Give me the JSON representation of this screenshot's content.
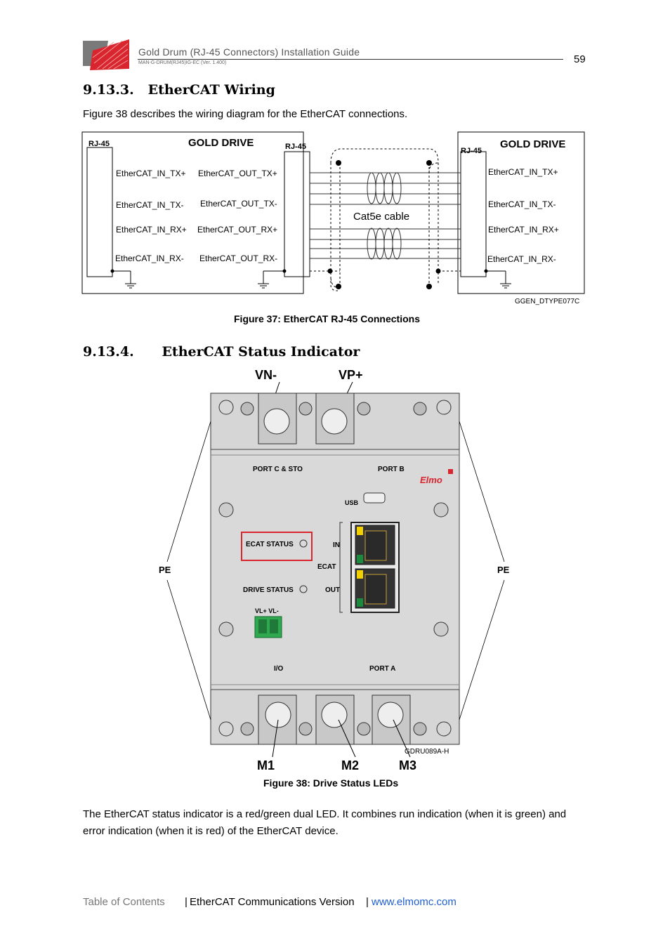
{
  "header": {
    "title": "Gold Drum (RJ-45 Connectors) Installation Guide",
    "doc_id": "MAN-G-DRUM(RJ45)IG-EC (Ver. 1.400)",
    "page_number": "59"
  },
  "section1": {
    "number": "9.13.3.",
    "title": "EtherCAT Wiring",
    "intro": "Figure 38 describes the wiring diagram for the EtherCAT connections."
  },
  "figure37": {
    "left_rj45": "RJ-45",
    "left_title": "GOLD DRIVE",
    "mid_rj45": "RJ-45",
    "right_rj45": "RJ-45",
    "right_title": "GOLD DRIVE",
    "left_signals": [
      "EtherCAT_IN_TX+",
      "EtherCAT_IN_TX-",
      "EtherCAT_IN_RX+",
      "EtherCAT_IN_RX-"
    ],
    "out_signals": [
      "EtherCAT_OUT_TX+",
      "EtherCAT_OUT_TX-",
      "EtherCAT_OUT_RX+",
      "EtherCAT_OUT_RX-"
    ],
    "right_signals": [
      "EtherCAT_IN_TX+",
      "EtherCAT_IN_TX-",
      "EtherCAT_IN_RX+",
      "EtherCAT_IN_RX-"
    ],
    "cable_label": "Cat5e  cable",
    "code": "GGEN_DTYPE077C",
    "caption": "Figure 37:  EtherCAT RJ-45 Connections"
  },
  "section2": {
    "number": "9.13.4.",
    "title": "EtherCAT Status Indicator"
  },
  "figure38": {
    "vn": "VN-",
    "vp": "VP+",
    "pe_left": "PE",
    "pe_right": "PE",
    "port_c": "PORT C & STO",
    "port_b": "PORT B",
    "brand": "Elmo",
    "usb": "USB",
    "ecat_status": "ECAT STATUS",
    "drive_status": "DRIVE STATUS",
    "in": "IN",
    "ecat": "ECAT",
    "out": "OUT",
    "vl": "VL+ VL-",
    "io": "I/O",
    "port_a": "PORT A",
    "m1": "M1",
    "m2": "M2",
    "m3": "M3",
    "code": "GDRU089A-H",
    "caption": "Figure 38: Drive Status LEDs"
  },
  "paragraph": "The EtherCAT status indicator is a red/green dual LED. It combines run indication (when it is green) and error indication (when it is red) of the EtherCAT device.",
  "footer": {
    "toc": "Table of Contents",
    "sep1": "|",
    "doc": "EtherCAT Communications Version",
    "sep2": "|",
    "url": "www.elmomc.com"
  }
}
